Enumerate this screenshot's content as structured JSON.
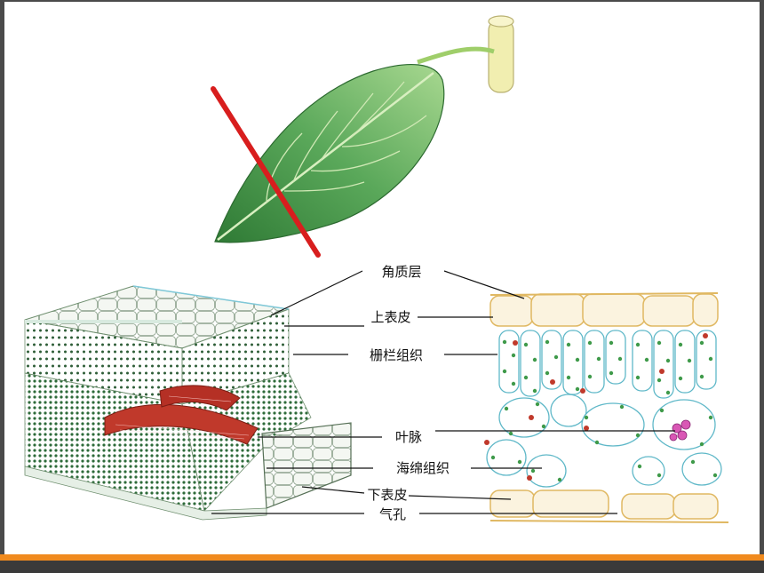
{
  "labels": {
    "cuticle": "角质层",
    "upper_epidermis": "上表皮",
    "palisade": "栅栏组织",
    "vein": "叶脉",
    "spongy": "海绵组织",
    "lower_epidermis": "下表皮",
    "stoma": "气孔"
  },
  "colors": {
    "frame_bg": "#ffffff",
    "border_dark": "#4a4a4a",
    "bottom_bar": "#f08a1e",
    "leaf_dark": "#2f7a35",
    "leaf_light": "#8fca7a",
    "strike_line": "#d81e1e",
    "epidermis_yellow": "#e8c37a",
    "cell_outline": "#5fb8c8",
    "chloroplast": "#3f9a4a",
    "vein_red": "#c0392b"
  },
  "icons": {
    "leaf": "leaf-illustration",
    "strike": "red-strike-line",
    "block": "leaf-cross-section-3d",
    "micro": "leaf-cross-section-micrograph"
  }
}
